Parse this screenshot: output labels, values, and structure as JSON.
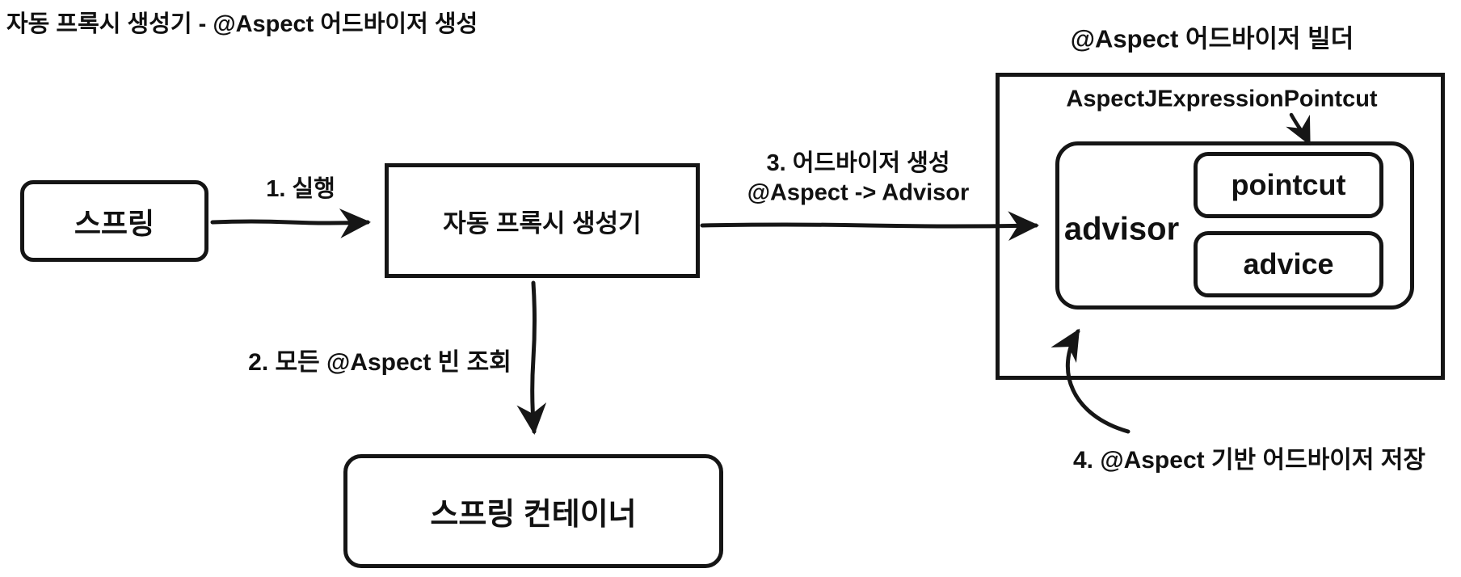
{
  "page": {
    "title": "자동 프록시 생성기 - @Aspect 어드바이저 생성"
  },
  "nodes": {
    "spring": {
      "label": "스프링"
    },
    "auto_proxy_creator": {
      "label": "자동 프록시 생성기"
    },
    "spring_container": {
      "label": "스프링 컨테이너"
    },
    "builder": {
      "title": "@Aspect 어드바이저 빌더",
      "class_label": "AspectJExpressionPointcut",
      "advisor_label": "advisor",
      "pointcut_label": "pointcut",
      "advice_label": "advice"
    }
  },
  "edges": {
    "step1": {
      "label": "1. 실행"
    },
    "step2": {
      "label": "2. 모든 @Aspect 빈 조회"
    },
    "step3": {
      "label_line1": "3. 어드바이저 생성",
      "label_line2": "@Aspect -> Advisor"
    },
    "step4": {
      "label": "4. @Aspect 기반 어드바이저 저장"
    }
  },
  "colors": {
    "ink": "#161616",
    "background": "#ffffff"
  }
}
